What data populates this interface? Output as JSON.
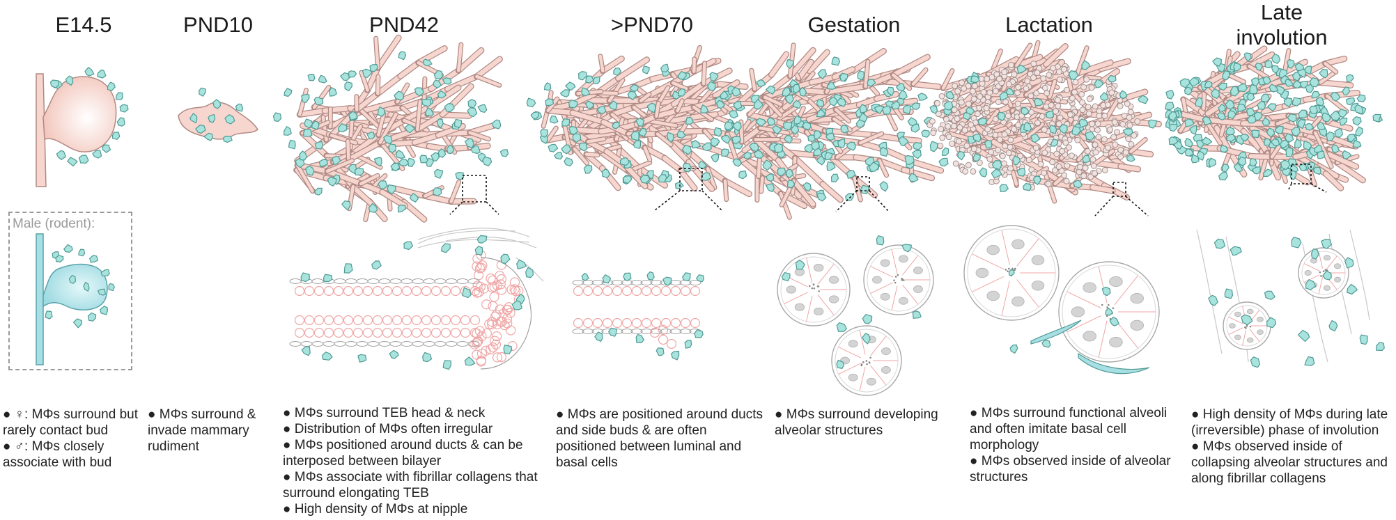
{
  "figure": {
    "stages": [
      {
        "title": "E14.5"
      },
      {
        "title": "PND10"
      },
      {
        "title": "PND42"
      },
      {
        "title": ">PND70"
      },
      {
        "title": "Gestation"
      },
      {
        "title": "Lactation"
      },
      {
        "title": "Late involution"
      }
    ],
    "male_inset_label": "Male (rodent):",
    "notes": [
      [
        "● ♀: MΦs surround but rarely contact bud",
        "● ♂: MΦs closely associate with bud"
      ],
      [
        "● MΦs surround & invade mammary rudiment"
      ],
      [
        "● MΦs surround TEB head & neck",
        "● Distribution of MΦs often irregular",
        "● MΦs positioned around ducts & can be interposed between bilayer",
        "● MΦs associate with fibrillar collagens that surround elongating TEB",
        "● High density of MΦs at nipple"
      ],
      [
        "● MΦs are positioned around ducts and side buds & are often positioned between luminal and basal cells"
      ],
      [
        "● MΦs surround developing alveolar structures"
      ],
      [
        "● MΦs surround functional alveoli and often imitate basal cell morphology",
        "● MΦs observed inside of alveolar structures"
      ],
      [
        "● High density of MΦs during late (irreversible) phase of involution",
        "● MΦs observed inside of collapsing alveolar structures and along fibrillar collagens"
      ]
    ]
  },
  "colors": {
    "epithelium_fill": "#f6d6cf",
    "epithelium_stroke": "#b08a84",
    "macrophage_fill": "#a9e3dd",
    "macrophage_stroke": "#4f9a94",
    "male_bud_fill": "#a8dfe4",
    "luminal_cell_stroke": "#f0a6a6",
    "nucleus_fill": "#d4d4d4",
    "collagen_stroke": "#c8c8c8"
  }
}
